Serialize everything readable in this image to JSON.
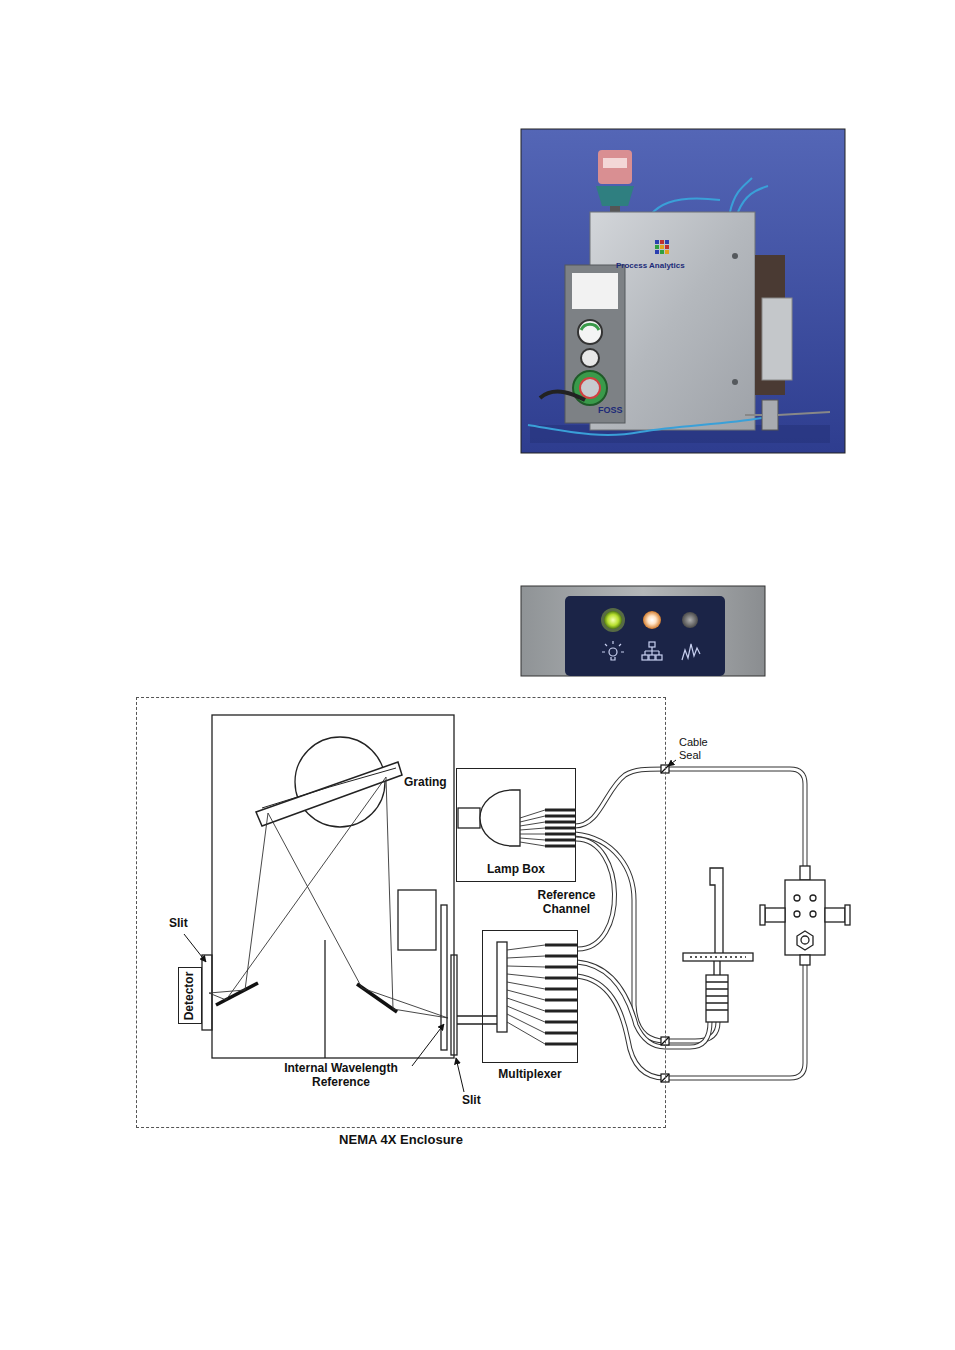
{
  "diagram": {
    "nodes": [
      {
        "text": [
          "NEMA 4X Enclosure"
        ]
      },
      {
        "text": [
          "Lamp Box"
        ],
        "in": 0
      },
      {
        "text": [
          "Multiplexer"
        ],
        "in": 0
      },
      {
        "text": [
          "Detector"
        ],
        "in": 0
      }
    ],
    "edges": [
      {
        "from": 1,
        "to": 2,
        "arrow": "none",
        "label": "Reference Channel"
      }
    ],
    "labels": [
      "Process Analytics",
      "FOSS",
      "Grating",
      "Slit",
      "Internal Wavelength Reference",
      "Slit",
      "Cable Seal"
    ]
  }
}
